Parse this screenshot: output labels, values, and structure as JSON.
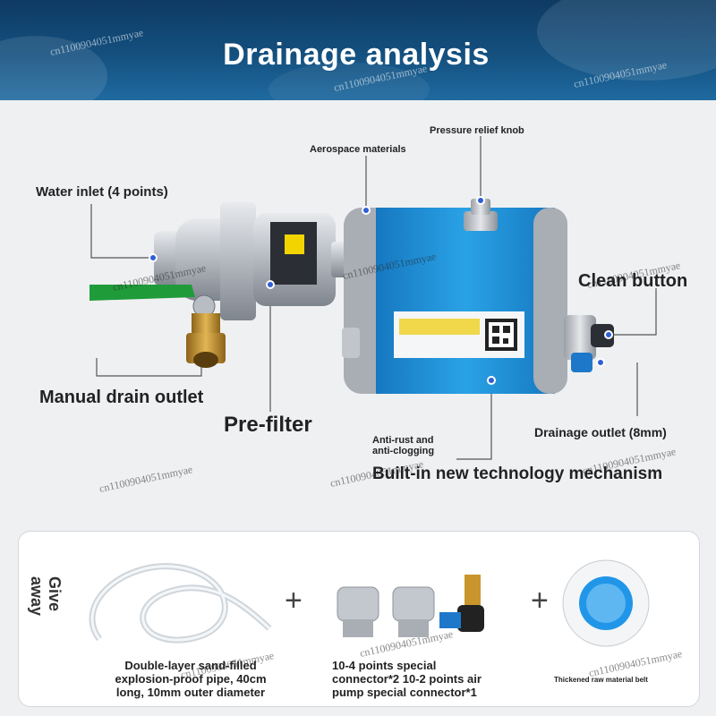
{
  "header": {
    "title": "Drainage analysis",
    "colors": {
      "bg_top": "#0e3a63",
      "bg_bottom": "#1f6aa0",
      "title": "#ffffff"
    }
  },
  "labels": {
    "pressure_relief_knob": "Pressure relief knob",
    "aerospace_materials": "Aerospace materials",
    "water_inlet": "Water inlet (4 points)",
    "clean_button": "Clean button",
    "manual_drain_outlet": "Manual drain outlet",
    "pre_filter": "Pre-filter",
    "drainage_outlet": "Drainage outlet (8mm)",
    "anti_rust": "Anti-rust and anti-clogging",
    "builtin_mechanism": "Built-in new technology mechanism"
  },
  "watermark": "cn1100904051mmyae",
  "giveaway": {
    "heading": "Give away",
    "items": [
      {
        "icon": "tube-icon",
        "caption_lines": [
          "Double-layer sand-filled",
          "explosion-proof pipe, 40cm",
          "long, 10mm outer diameter"
        ]
      },
      {
        "icon": "connector-icon",
        "caption_lines": [
          "10-4 points special",
          "connector*2 10-2 points air",
          "pump special connector*1"
        ]
      },
      {
        "icon": "tape-roll-icon",
        "caption_lines": [
          "Thickened raw material belt"
        ]
      }
    ],
    "plus": "+"
  },
  "colors": {
    "accent_blue": "#1e8fd6",
    "callout_dot": "#2f5fd6",
    "valve_handle": "#1f9b3a",
    "brass": "#c9962e",
    "silver": "#b7bcc3"
  }
}
